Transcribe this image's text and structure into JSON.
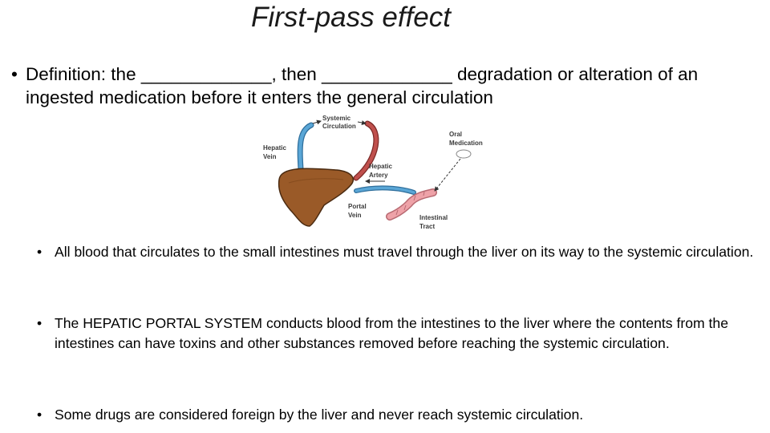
{
  "title": "First-pass effect",
  "definition": {
    "bullet": "•",
    "text": "Definition: the _____________, then _____________ degradation or alteration of an ingested medication before it enters the general circulation"
  },
  "diagram": {
    "labels": {
      "systemic_line1": "Systemic",
      "systemic_line2": "Circulation",
      "hepatic_vein_line1": "Hepatic",
      "hepatic_vein_line2": "Vein",
      "hepatic_artery_line1": "Hepatic",
      "hepatic_artery_line2": "Artery",
      "portal_vein_line1": "Portal",
      "portal_vein_line2": "Vein",
      "oral_med_line1": "Oral",
      "oral_med_line2": "Medication",
      "intestinal_line1": "Intestinal",
      "intestinal_line2": "Tract"
    },
    "colors": {
      "vein": "#5aa6d6",
      "artery": "#c0504d",
      "liver": "#9a5a28",
      "intestine": "#eea2a8"
    }
  },
  "points": [
    {
      "bullet": "•",
      "text": "All blood that circulates to the small intestines must travel through the liver on its way to the systemic circulation."
    },
    {
      "bullet": "•",
      "text": "The HEPATIC PORTAL SYSTEM conducts blood from the intestines to the liver where the contents from the intestines can have toxins and other substances removed before reaching the systemic circulation."
    },
    {
      "bullet": "•",
      "text": "Some drugs are considered foreign by the liver and never reach systemic circulation."
    }
  ]
}
